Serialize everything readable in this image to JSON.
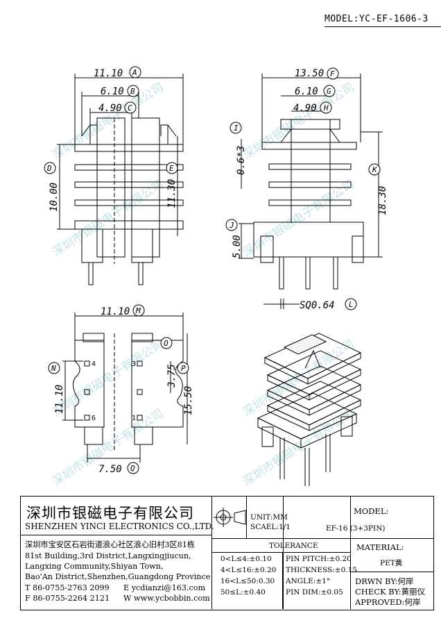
{
  "header": {
    "model_tag": "MODEL:YC-EF-1606-3"
  },
  "watermark": "深圳市银磁电子有限公司",
  "dims": {
    "a": "11.10",
    "b": "6.10",
    "c": "4.90",
    "d": "10.00",
    "e": "11.30",
    "f": "13.50",
    "g": "6.10",
    "h": "4.90",
    "i": "0.6*3",
    "j": "5.00",
    "k": "18.30",
    "l": "SQ0.64",
    "m": "11.10",
    "n": "11.10",
    "o": "3.75",
    "p": "15.50",
    "q": "7.50"
  },
  "balloons": {
    "a": "A",
    "b": "B",
    "c": "C",
    "d": "D",
    "e": "E",
    "f": "F",
    "g": "G",
    "h": "H",
    "i": "I",
    "j": "J",
    "k": "K",
    "l": "L",
    "m": "M",
    "n": "N",
    "o": "O",
    "p": "P",
    "q": "Q"
  },
  "pins": {
    "p4": "4",
    "p3": "3",
    "p6": "6",
    "p1": "1"
  },
  "title_block": {
    "company_cn": "深圳市银磁电子有限公司",
    "company_en": "SHENZHEN YINCI ELECTRONICS CO.,LTD.",
    "address": [
      "深圳市宝安区石岩街道浪心社区浪心旧村3区81栋",
      "81st Building,3rd District,Langxingjiucun,",
      "Langxing Community,Shiyan Town,",
      "Bao'An District,Shenzhen,Guangdong Province"
    ],
    "tel": "T 86-0755-2763 2099",
    "email": "E ycdianzi@163.com",
    "fax": "F 86-0755-2264 2121",
    "web": "W www.ycbobbin.com",
    "unit": "UNIT:MM",
    "scale": "SCAEL:1/1",
    "model_label": "MODEL:",
    "model_value": "EF-16 (3+3PIN)",
    "tolerance_title": "TOLERANCE",
    "tolerances": [
      "0<L≤4:±0.10",
      "4<L≤16:±0.20",
      "16<L≤50:0.30",
      "50≤L:±0.40"
    ],
    "specs": [
      "PIN PITCH:±0.20",
      "THICKNESS:±0.15",
      "ANGLE:±1°",
      "PIN DIM:±0.05"
    ],
    "material_label": "MATERIAL:",
    "material_value": "PET黄",
    "drawn_by": "DRWN BY:何岸",
    "check_by": "CHECK BY:黄丽仪",
    "approved": "APPROVED:何岸"
  }
}
